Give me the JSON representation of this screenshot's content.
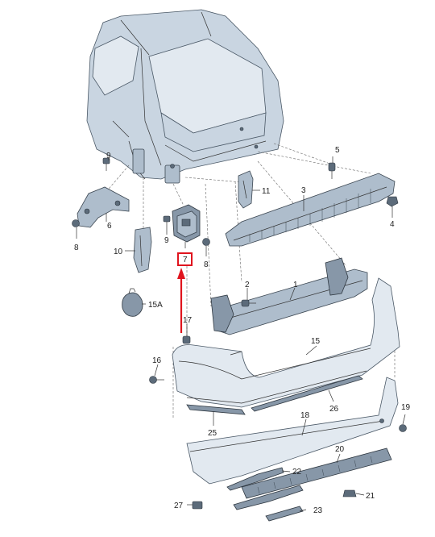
{
  "diagram": {
    "callouts": [
      {
        "id": "c1",
        "text": "1"
      },
      {
        "id": "c2",
        "text": "2"
      },
      {
        "id": "c3",
        "text": "3"
      },
      {
        "id": "c4",
        "text": "4"
      },
      {
        "id": "c5",
        "text": "5"
      },
      {
        "id": "c6",
        "text": "6"
      },
      {
        "id": "c7",
        "text": "7"
      },
      {
        "id": "c8a",
        "text": "8"
      },
      {
        "id": "c8b",
        "text": "8"
      },
      {
        "id": "c9a",
        "text": "9"
      },
      {
        "id": "c9b",
        "text": "9"
      },
      {
        "id": "c10",
        "text": "10"
      },
      {
        "id": "c11",
        "text": "11"
      },
      {
        "id": "c15",
        "text": "15"
      },
      {
        "id": "c15a",
        "text": "15A"
      },
      {
        "id": "c16",
        "text": "16"
      },
      {
        "id": "c17",
        "text": "17"
      },
      {
        "id": "c18",
        "text": "18"
      },
      {
        "id": "c19",
        "text": "19"
      },
      {
        "id": "c20",
        "text": "20"
      },
      {
        "id": "c21",
        "text": "21"
      },
      {
        "id": "c22",
        "text": "22"
      },
      {
        "id": "c23",
        "text": "23"
      },
      {
        "id": "c25",
        "text": "25"
      },
      {
        "id": "c26",
        "text": "26"
      },
      {
        "id": "c27",
        "text": "27"
      }
    ],
    "highlight": {
      "label": "7",
      "color": "#e0141e"
    },
    "colors": {
      "body": "#c9d5e1",
      "part": "#aebdcc",
      "outline": "#3b4651"
    }
  }
}
